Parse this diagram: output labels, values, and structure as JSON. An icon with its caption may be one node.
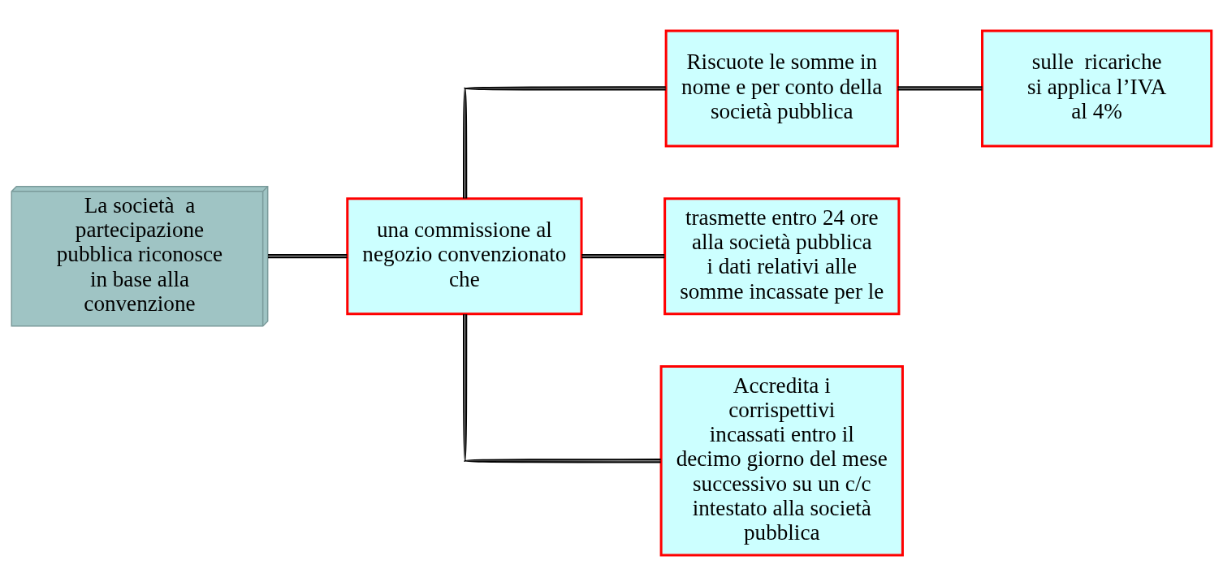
{
  "diagram": {
    "nodes": [
      {
        "text": [
          "La società  a partecipazione pubblica riconosce in base alla convenzione"
        ]
      },
      {
        "text": [
          "una commissione al negozio convenzionato che"
        ]
      },
      {
        "text": [
          "Riscuote le somme in nome e per conto della società pubblica"
        ]
      },
      {
        "text": [
          "sulle  ricariche si applica l’IVA al 4%"
        ]
      },
      {
        "text": [
          "trasmette entro 24 ore alla società pubblica i dati relativi alle somme incassate per le"
        ]
      },
      {
        "text": [
          "Accredita i corrispettivi incassati entro il decimo giorno del mese successivo su un c/c intestato alla società pubblica"
        ]
      }
    ],
    "edges": [
      {
        "from": 0,
        "to": 1,
        "arrow": "none"
      },
      {
        "from": 1,
        "to": 2,
        "arrow": "none"
      },
      {
        "from": 1,
        "to": 4,
        "arrow": "none"
      },
      {
        "from": 1,
        "to": 5,
        "arrow": "none"
      },
      {
        "from": 2,
        "to": 3,
        "arrow": "none"
      }
    ]
  }
}
